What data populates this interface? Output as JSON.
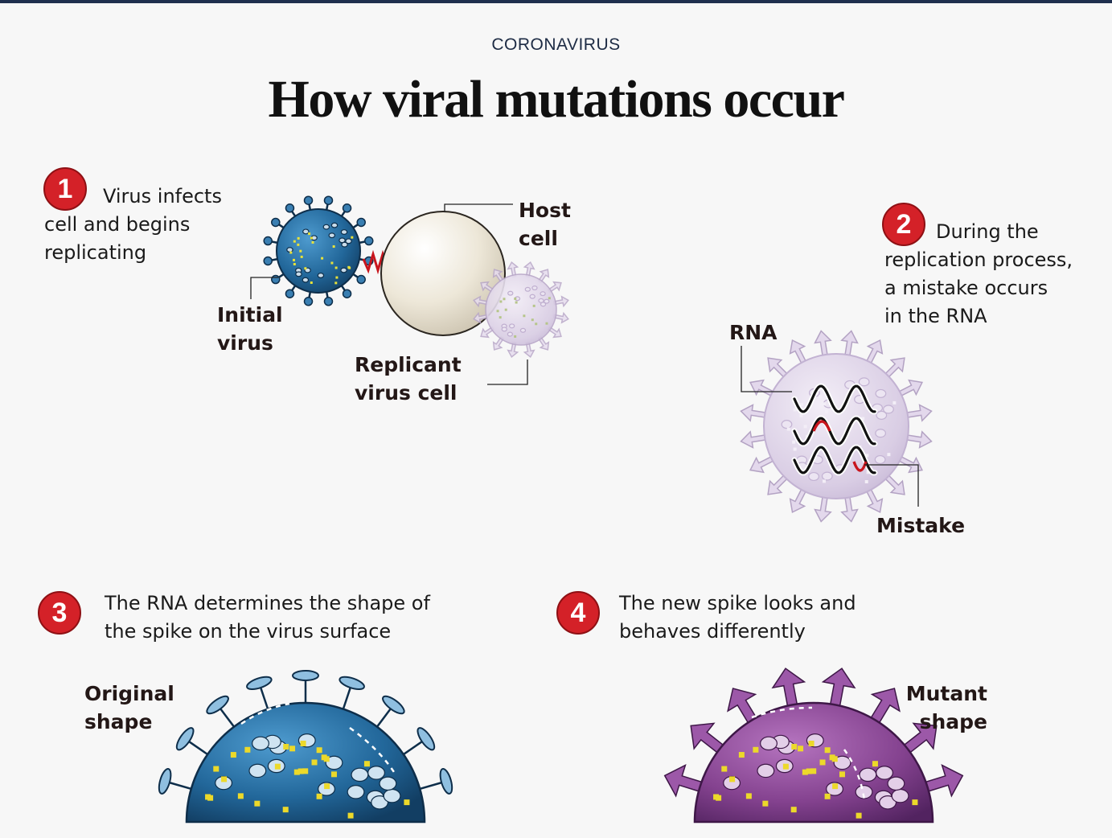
{
  "kicker": "CORONAVIRUS",
  "title": "How viral mutations occur",
  "steps": [
    {
      "number": "1",
      "lines": [
        "Virus infects",
        "cell and begins",
        "replicating"
      ]
    },
    {
      "number": "2",
      "lines": [
        "During the",
        "replication process,",
        "a mistake occurs",
        "in the RNA"
      ]
    },
    {
      "number": "3",
      "lines": [
        "The RNA determines the shape of",
        "the spike on the virus surface"
      ]
    },
    {
      "number": "4",
      "lines": [
        "The new spike looks and",
        "behaves differently"
      ]
    }
  ],
  "labels": {
    "host_cell": [
      "Host",
      "cell"
    ],
    "initial_virus": [
      "Initial",
      "virus"
    ],
    "replicant_virus": [
      "Replicant",
      "virus cell"
    ],
    "rna": "RNA",
    "mistake": "Mistake",
    "original_shape": [
      "Original",
      "shape"
    ],
    "mutant_shape": [
      "Mutant",
      "shape"
    ]
  },
  "colors": {
    "badge_red": "#d42128",
    "virus_blue": "#1f5f8f",
    "replicant_lilac": "#d8cce2",
    "mutant_purple": "#7e3c88",
    "host_cell": "#ece6d8",
    "mistake_red": "#c8151d"
  }
}
